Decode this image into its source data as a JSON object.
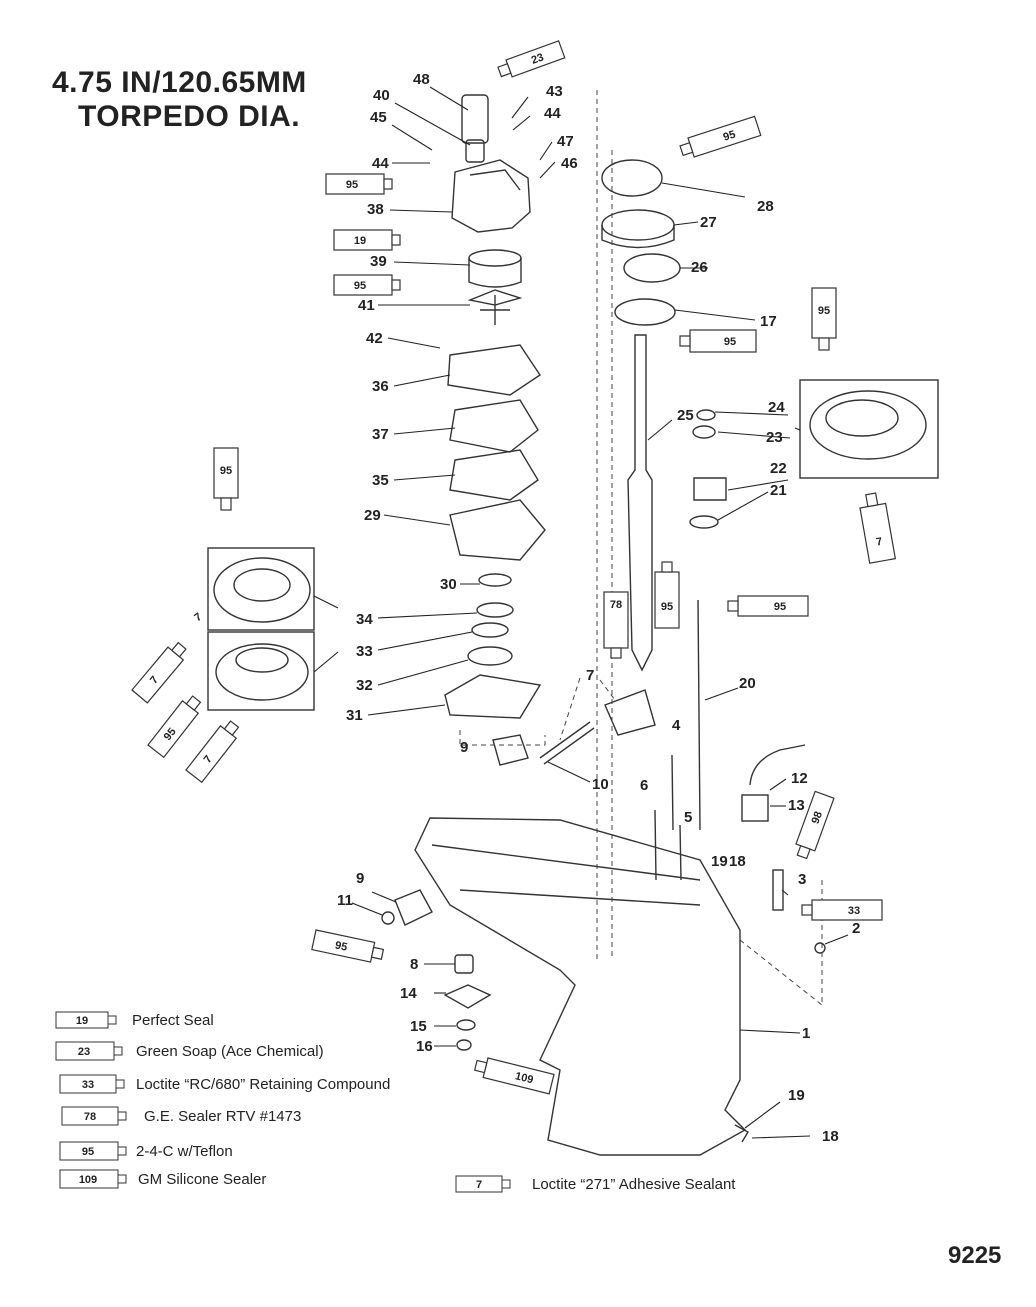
{
  "title": {
    "line1": "4.75 IN/120.65MM",
    "line2": "TORPEDO DIA."
  },
  "figure_number": "9225",
  "part_labels": [
    "48",
    "40",
    "45",
    "44",
    "43",
    "44",
    "47",
    "46",
    "38",
    "39",
    "41",
    "42",
    "36",
    "37",
    "35",
    "29",
    "30",
    "34",
    "33",
    "32",
    "31",
    "28",
    "27",
    "26",
    "17",
    "25",
    "24",
    "23",
    "22",
    "21",
    "20",
    "7",
    "4",
    "6",
    "5",
    "9",
    "10",
    "12",
    "13",
    "19",
    "18",
    "3",
    "2",
    "9",
    "11",
    "8",
    "14",
    "15",
    "16",
    "1",
    "19",
    "18"
  ],
  "tubes": [
    "23",
    "95",
    "95",
    "19",
    "95",
    "95",
    "95",
    "7",
    "95",
    "7",
    "7",
    "95",
    "7",
    "95",
    "78",
    "95",
    "98",
    "33",
    "95",
    "109"
  ],
  "legend": [
    {
      "code": "19",
      "text": "Perfect Seal"
    },
    {
      "code": "23",
      "text": "Green Soap (Ace Chemical)"
    },
    {
      "code": "33",
      "text": "Loctite “RC/680” Retaining Compound"
    },
    {
      "code": "78",
      "text": "G.E. Sealer RTV #1473"
    },
    {
      "code": "95",
      "text": "2-4-C w/Teflon"
    },
    {
      "code": "109",
      "text": "GM Silicone Sealer"
    },
    {
      "code": "7",
      "text": "Loctite “271” Adhesive Sealant"
    }
  ]
}
